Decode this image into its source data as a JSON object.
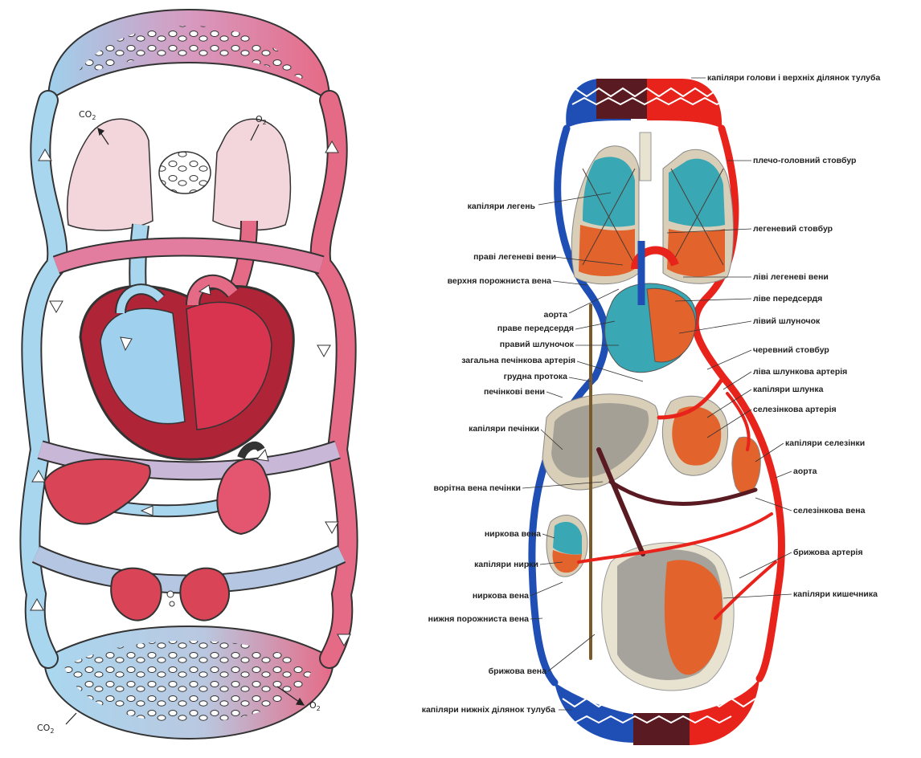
{
  "left_diagram": {
    "gas_labels": {
      "co2_top": "CO",
      "o2_top": "O",
      "co2_bottom": "CO",
      "o2_bottom": "O",
      "co2_subscript": "2",
      "o2_subscript": "2"
    },
    "colors": {
      "arterial": "#e05a78",
      "venous": "#8ec6e6",
      "heart_arterial": "#d8344f",
      "heart_venous": "#a9d6f0",
      "organ": "#d94556"
    }
  },
  "right_diagram": {
    "labels_right": {
      "head_capillaries": "капіляри голови і верхніх ділянок тулуба",
      "brachiocephalic_trunk": "плечо-головний стовбур",
      "pulmonary_trunk": "легеневий стовбур",
      "left_pulmonary_veins": "ліві легеневі вени",
      "left_atrium": "ліве передсердя",
      "left_ventricle": "лівий шлуночок",
      "celiac_trunk": "черевний стовбур",
      "left_gastric_artery": "ліва шлункова артерія",
      "stomach_capillaries": "капіляри шлунка",
      "splenic_artery": "селезінкова артерія",
      "spleen_capillaries": "капіляри селезінки",
      "aorta_lower": "аорта",
      "splenic_vein": "селезінкова вена",
      "mesenteric_artery": "брижова артерія",
      "intestine_capillaries": "капіляри кишечника"
    },
    "labels_left": {
      "lung_capillaries": "капіляри легень",
      "right_pulmonary_veins": "праві легеневі вени",
      "superior_vena_cava": "верхня порожниста вена",
      "aorta_upper": "аорта",
      "right_atrium": "праве передсердя",
      "right_ventricle": "правий шлуночок",
      "common_hepatic_artery": "загальна печінкова артерія",
      "thoracic_duct": "грудна протока",
      "hepatic_veins": "печінкові вени",
      "liver_capillaries": "капіляри печінки",
      "portal_vein": "ворітна вена печінки",
      "renal_vein_1": "ниркова вена",
      "kidney_capillaries": "капіляри нирки",
      "renal_vein_2": "ниркова вена",
      "inferior_vena_cava": "нижня порожниста вена",
      "mesenteric_vein": "брижова вена",
      "lower_body_capillaries": "капіляри нижніх ділянок тулуба"
    },
    "colors": {
      "artery": "#e8231c",
      "vein": "#1f4fb4",
      "mixed": "#5a1a22",
      "lung_venous": "#3aa7b5",
      "lung_arterial": "#e2632c",
      "organ_capillary": "#6f6f6f",
      "organ_fill": "#d9cfb8"
    }
  }
}
